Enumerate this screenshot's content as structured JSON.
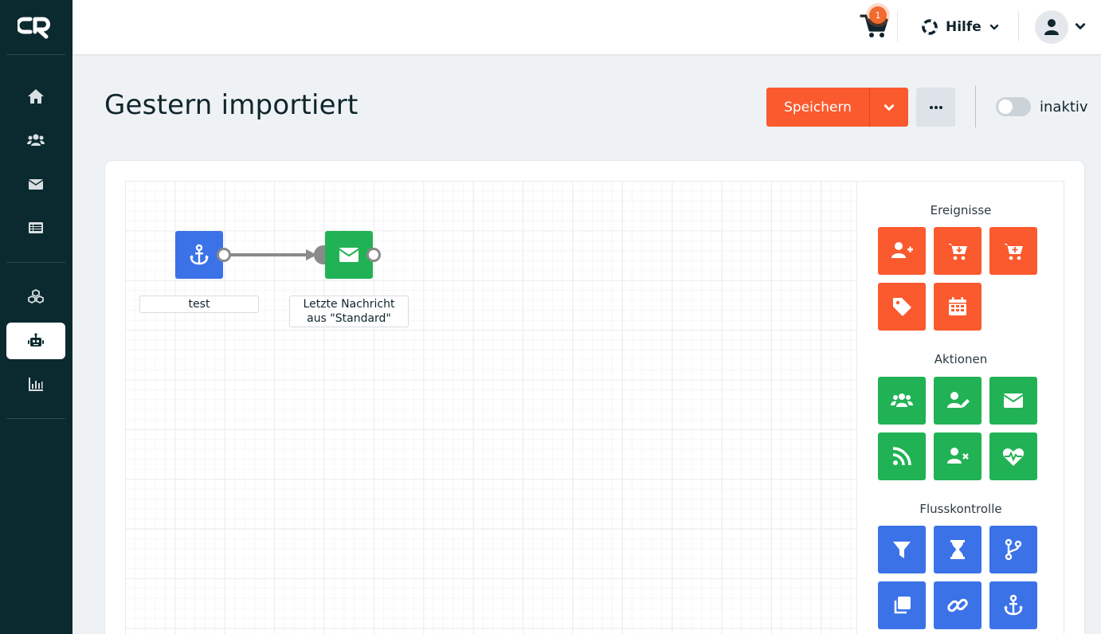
{
  "app": {
    "logo_text": "CR"
  },
  "topbar": {
    "cart_badge": "1",
    "help_label": "Hilfe"
  },
  "header": {
    "title": "Gestern importiert",
    "save_label": "Speichern",
    "status_label": "inaktiv",
    "status_active": false
  },
  "sidebar": {
    "items": [
      {
        "icon": "home-icon",
        "active": false
      },
      {
        "icon": "users-icon",
        "active": false
      },
      {
        "icon": "envelope-icon",
        "active": false
      },
      {
        "icon": "list-icon",
        "active": false
      },
      {
        "icon": "cubes-icon",
        "active": false
      },
      {
        "icon": "robot-icon",
        "active": true
      },
      {
        "icon": "chart-icon",
        "active": false
      }
    ]
  },
  "flow": {
    "nodes": [
      {
        "label": "test",
        "icon": "anchor-icon",
        "color": "#3b72e8"
      },
      {
        "label": "Letzte Nachricht aus \"Standard\"",
        "icon": "envelope-icon",
        "color": "#21b255"
      }
    ]
  },
  "palette": {
    "sections": [
      {
        "title": "Ereignisse",
        "color": "#fa5a2e",
        "items": [
          "user-plus-icon",
          "cart-arrow-down-icon",
          "cart-plus-icon",
          "tag-icon",
          "calendar-icon"
        ]
      },
      {
        "title": "Aktionen",
        "color": "#21b255",
        "items": [
          "users-icon",
          "user-edit-icon",
          "envelope-icon",
          "rss-icon",
          "user-times-icon",
          "heartbeat-icon"
        ]
      },
      {
        "title": "Flusskontrolle",
        "color": "#3b72e8",
        "items": [
          "filter-icon",
          "hourglass-icon",
          "code-branch-icon",
          "clone-icon",
          "link-icon",
          "anchor-icon"
        ]
      }
    ]
  }
}
